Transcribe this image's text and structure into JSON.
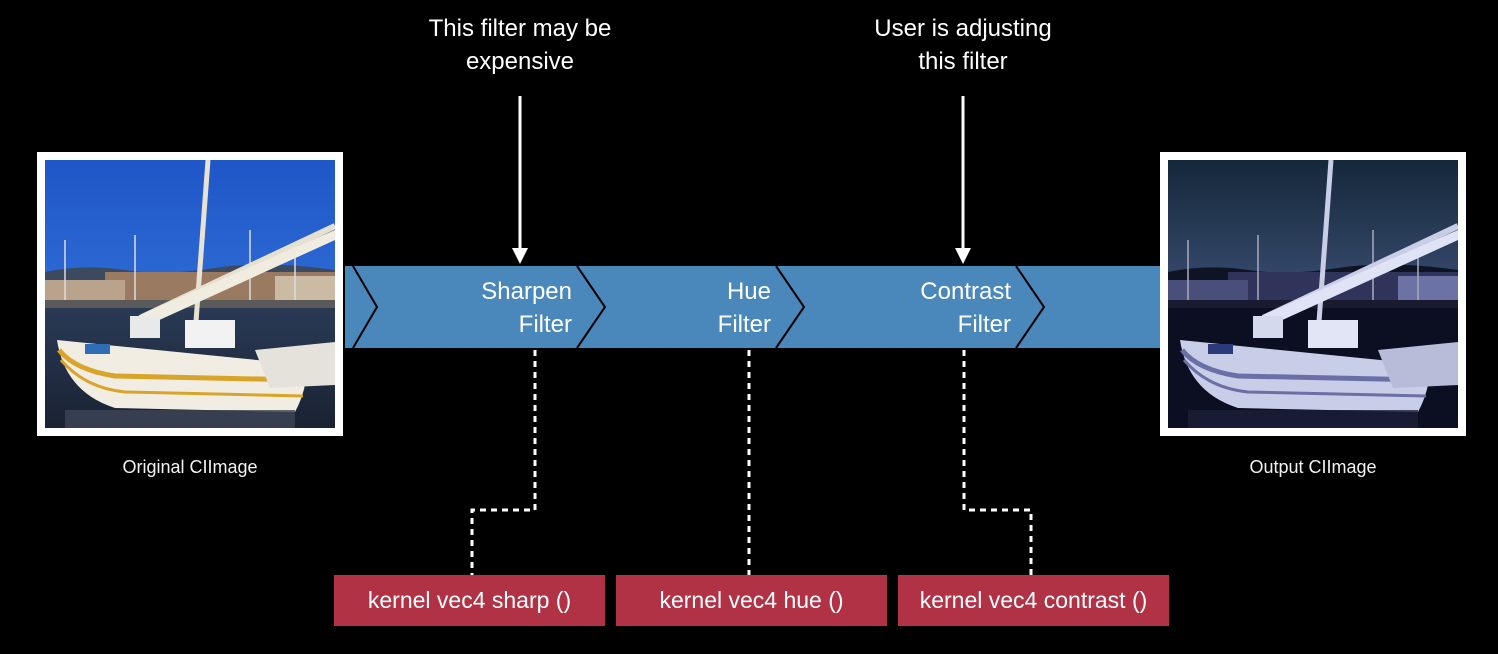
{
  "input_image": {
    "caption": "Original CIImage"
  },
  "output_image": {
    "caption": "Output CIImage"
  },
  "annotations": {
    "sharpen_note_line1": "This filter may be",
    "sharpen_note_line2": "expensive",
    "contrast_note_line1": "User is adjusting",
    "contrast_note_line2": "this filter"
  },
  "filters": [
    {
      "line1": "Sharpen",
      "line2": "Filter",
      "kernel": "kernel vec4 sharp ()"
    },
    {
      "line1": "Hue",
      "line2": "Filter",
      "kernel": "kernel vec4 hue ()"
    },
    {
      "line1": "Contrast",
      "line2": "Filter",
      "kernel": "kernel vec4 contrast ()"
    }
  ],
  "colors": {
    "background": "#000000",
    "pipeline": "#4a87bb",
    "kernel_box": "#b03244",
    "text": "#ffffff"
  }
}
